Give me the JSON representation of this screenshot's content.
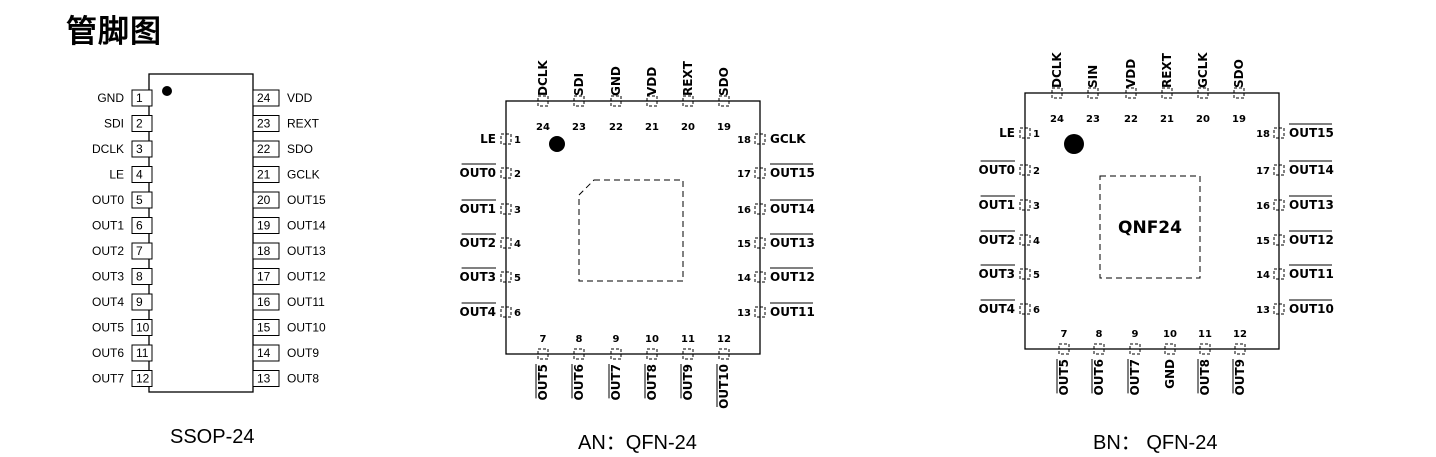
{
  "title": "管脚图",
  "ssop": {
    "caption": "SSOP-24",
    "left_pins": [
      {
        "num": "1",
        "label": "GND"
      },
      {
        "num": "2",
        "label": "SDI"
      },
      {
        "num": "3",
        "label": "DCLK"
      },
      {
        "num": "4",
        "label": "LE"
      },
      {
        "num": "5",
        "label": "OUT0"
      },
      {
        "num": "6",
        "label": "OUT1"
      },
      {
        "num": "7",
        "label": "OUT2"
      },
      {
        "num": "8",
        "label": "OUT3"
      },
      {
        "num": "9",
        "label": "OUT4"
      },
      {
        "num": "10",
        "label": "OUT5"
      },
      {
        "num": "11",
        "label": "OUT6"
      },
      {
        "num": "12",
        "label": "OUT7"
      }
    ],
    "right_pins": [
      {
        "num": "24",
        "label": "VDD"
      },
      {
        "num": "23",
        "label": "REXT"
      },
      {
        "num": "22",
        "label": "SDO"
      },
      {
        "num": "21",
        "label": "GCLK"
      },
      {
        "num": "20",
        "label": "OUT15"
      },
      {
        "num": "19",
        "label": "OUT14"
      },
      {
        "num": "18",
        "label": "OUT13"
      },
      {
        "num": "17",
        "label": "OUT12"
      },
      {
        "num": "16",
        "label": "OUT11"
      },
      {
        "num": "15",
        "label": "OUT10"
      },
      {
        "num": "14",
        "label": "OUT9"
      },
      {
        "num": "13",
        "label": "OUT8"
      }
    ]
  },
  "qfn_an": {
    "caption": "AN：QFN-24",
    "top_pins": [
      {
        "num": "24",
        "label": "DCLK",
        "bar": false
      },
      {
        "num": "23",
        "label": "SDI",
        "bar": false
      },
      {
        "num": "22",
        "label": "GND",
        "bar": false
      },
      {
        "num": "21",
        "label": "VDD",
        "bar": false
      },
      {
        "num": "20",
        "label": "REXT",
        "bar": false
      },
      {
        "num": "19",
        "label": "SDO",
        "bar": false
      }
    ],
    "left_pins": [
      {
        "num": "1",
        "label": "LE",
        "bar": false
      },
      {
        "num": "2",
        "label": "OUT0",
        "bar": true
      },
      {
        "num": "3",
        "label": "OUT1",
        "bar": true
      },
      {
        "num": "4",
        "label": "OUT2",
        "bar": true
      },
      {
        "num": "5",
        "label": "OUT3",
        "bar": true
      },
      {
        "num": "6",
        "label": "OUT4",
        "bar": true
      }
    ],
    "right_pins": [
      {
        "num": "18",
        "label": "GCLK",
        "bar": false
      },
      {
        "num": "17",
        "label": "OUT15",
        "bar": true
      },
      {
        "num": "16",
        "label": "OUT14",
        "bar": true
      },
      {
        "num": "15",
        "label": "OUT13",
        "bar": true
      },
      {
        "num": "14",
        "label": "OUT12",
        "bar": true
      },
      {
        "num": "13",
        "label": "OUT11",
        "bar": true
      }
    ],
    "bottom_pins": [
      {
        "num": "7",
        "label": "OUT5",
        "bar": true
      },
      {
        "num": "8",
        "label": "OUT6",
        "bar": true
      },
      {
        "num": "9",
        "label": "OUT7",
        "bar": true
      },
      {
        "num": "10",
        "label": "OUT8",
        "bar": true
      },
      {
        "num": "11",
        "label": "OUT9",
        "bar": true
      },
      {
        "num": "12",
        "label": "OUT10",
        "bar": true
      }
    ]
  },
  "qfn_bn": {
    "caption": "BN：  QFN-24",
    "center_label": "QNF24",
    "top_pins": [
      {
        "num": "24",
        "label": "DCLK",
        "bar": false
      },
      {
        "num": "23",
        "label": "SIN",
        "bar": false
      },
      {
        "num": "22",
        "label": "VDD",
        "bar": false
      },
      {
        "num": "21",
        "label": "REXT",
        "bar": false
      },
      {
        "num": "20",
        "label": "GCLK",
        "bar": false
      },
      {
        "num": "19",
        "label": "SDO",
        "bar": false
      }
    ],
    "left_pins": [
      {
        "num": "1",
        "label": "LE",
        "bar": false
      },
      {
        "num": "2",
        "label": "OUT0",
        "bar": true
      },
      {
        "num": "3",
        "label": "OUT1",
        "bar": true
      },
      {
        "num": "4",
        "label": "OUT2",
        "bar": true
      },
      {
        "num": "5",
        "label": "OUT3",
        "bar": true
      },
      {
        "num": "6",
        "label": "OUT4",
        "bar": true
      }
    ],
    "right_pins": [
      {
        "num": "18",
        "label": "OUT15",
        "bar": true
      },
      {
        "num": "17",
        "label": "OUT14",
        "bar": true
      },
      {
        "num": "16",
        "label": "OUT13",
        "bar": true
      },
      {
        "num": "15",
        "label": "OUT12",
        "bar": true
      },
      {
        "num": "14",
        "label": "OUT11",
        "bar": true
      },
      {
        "num": "13",
        "label": "OUT10",
        "bar": true
      }
    ],
    "bottom_pins": [
      {
        "num": "7",
        "label": "OUT5",
        "bar": true
      },
      {
        "num": "8",
        "label": "OUT6",
        "bar": true
      },
      {
        "num": "9",
        "label": "OUT7",
        "bar": true
      },
      {
        "num": "10",
        "label": "GND",
        "bar": false
      },
      {
        "num": "11",
        "label": "OUT8",
        "bar": true
      },
      {
        "num": "12",
        "label": "OUT9",
        "bar": true
      }
    ]
  }
}
